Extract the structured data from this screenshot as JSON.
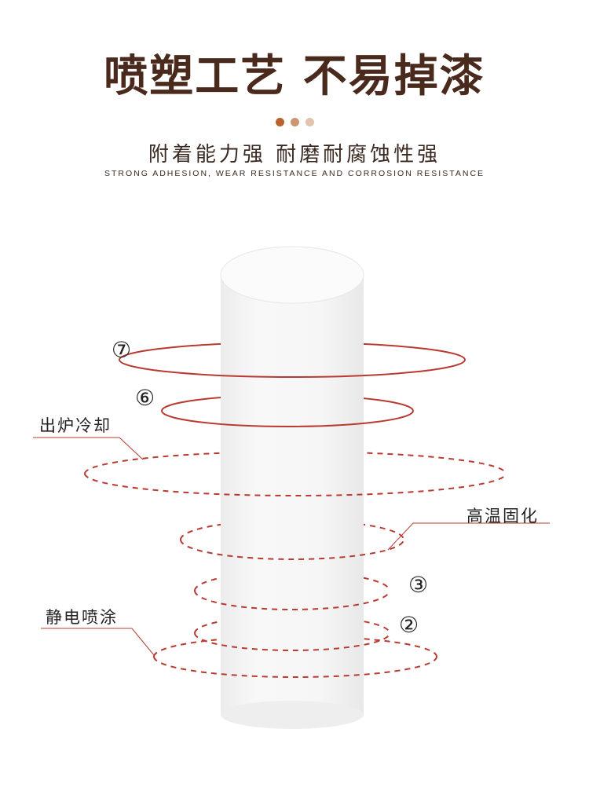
{
  "header": {
    "title": "喷塑工艺 不易掉漆",
    "subtitle": "附着能力强 耐磨耐腐蚀性强",
    "subtitle_en": "STRONG ADHESION, WEAR RESISTANCE AND CORROSION RESISTANCE",
    "dot_colors": [
      "#b8632e",
      "#cc9670",
      "#e0c4ae"
    ]
  },
  "diagram": {
    "labels": {
      "cooling": "出炉冷却",
      "curing": "高温固化",
      "spraying": "静电喷涂"
    },
    "step_numbers": {
      "seven": "⑦",
      "six": "⑥",
      "three": "③",
      "two": "②"
    },
    "ring_color": "#b83a30",
    "cylinder_color": "#f4f4f4"
  }
}
